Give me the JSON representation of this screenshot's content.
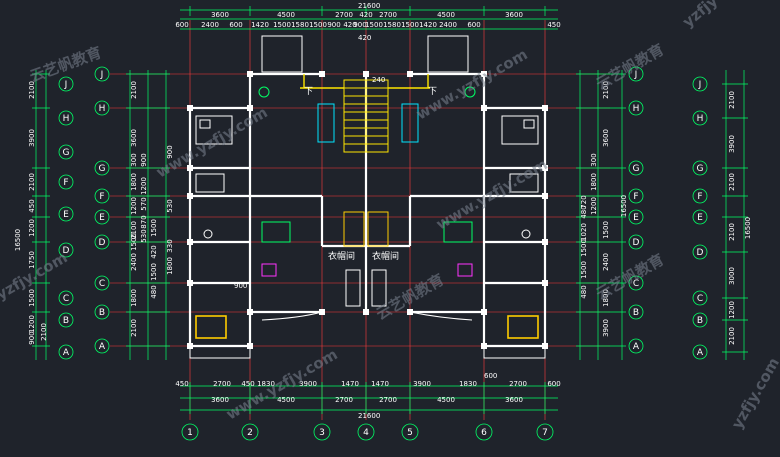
{
  "drawing": {
    "top_total": "21600",
    "top_row1": [
      "3600",
      "4500",
      "2700",
      "420",
      "2700",
      "4500",
      "3600"
    ],
    "top_row2": [
      "600",
      "2400",
      "600",
      "1420",
      "1500",
      "1580",
      "1500",
      "900",
      "420",
      "900",
      "1500",
      "1580",
      "1500",
      "1420",
      "2400",
      "600",
      "450"
    ],
    "top_small": [
      "420",
      "240"
    ],
    "bottom_row1": [
      "450",
      "2700",
      "450",
      "1830",
      "3900",
      "1470",
      "1470",
      "3900",
      "1830",
      "2700",
      "600"
    ],
    "bottom_row2": [
      "3600",
      "4500",
      "2700",
      "2700",
      "4500",
      "3600"
    ],
    "bottom_total": "21600",
    "bottom_mid": [
      "900",
      "600"
    ],
    "column_axes": [
      "1",
      "2",
      "3",
      "4",
      "5",
      "6",
      "7"
    ],
    "row_axes": [
      "J",
      "H",
      "G",
      "F",
      "E",
      "D",
      "C",
      "B",
      "A"
    ],
    "outer_row_axes_left": [
      "H",
      "G",
      "F",
      "E",
      "D",
      "C",
      "B",
      "A"
    ],
    "left_dims_outer": [
      "2100",
      "3900",
      "2100",
      "450",
      "1200",
      "1750",
      "1500",
      "1200",
      "900",
      "2100",
      "16500"
    ],
    "left_dims_inner": [
      "2100",
      "3600",
      "300",
      "1800",
      "1200",
      "2100",
      "1500",
      "2400",
      "1800",
      "2100"
    ],
    "left_dims_small": [
      "900",
      "1200",
      "570",
      "870",
      "530",
      "1500",
      "420",
      "1500",
      "480",
      "900",
      "530",
      "1800",
      "330"
    ],
    "right_dims_inner": [
      "2100",
      "3600",
      "300",
      "1800",
      "1200",
      "16500",
      "1500",
      "2400",
      "1800",
      "3900"
    ],
    "right_dims_small": [
      "480",
      "720",
      "1020",
      "1500",
      "1500",
      "480"
    ],
    "far_right_dims": [
      "2100",
      "3900",
      "2100",
      "2100",
      "3000",
      "1200",
      "2100",
      "16500"
    ],
    "room_labels": [
      "衣帽间",
      "衣帽间"
    ],
    "stair_labels": [
      "下",
      "下"
    ],
    "watermarks": [
      "yzfjy",
      "云艺帆教育",
      "www.yzfjy.com",
      "云艺帆教育",
      "www.yzfjy.com",
      "www.yzfjy.com",
      "yzfjy.com",
      "云艺帆教育",
      "www.yzfjy.com",
      "云艺帆教育",
      "yzfjy.com"
    ]
  },
  "colors": {
    "background": "#1f232b",
    "wall": "#ffffff",
    "dim_line": "#00ff66",
    "axis_line": "#ff3b3b",
    "stair": "#ffe600",
    "fixture_cyan": "#00e5ff",
    "fixture_magenta": "#ff33ff",
    "bed_green": "#00ff66",
    "wardrobe_yellow": "#ffcc00"
  }
}
